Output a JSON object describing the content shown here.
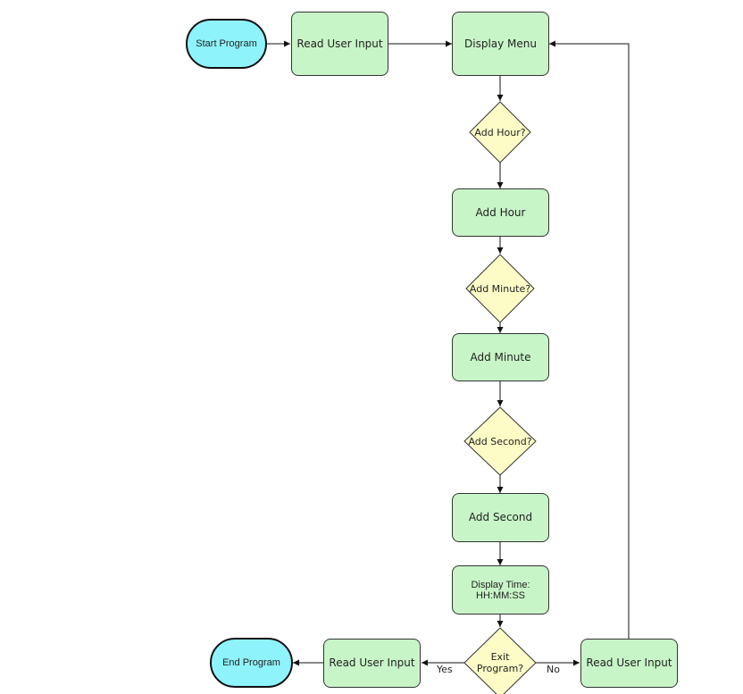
{
  "nodes": {
    "start": "Start Program",
    "read_input_top": "Read User Input",
    "display_menu": "Display Menu",
    "add_hour_q": "Add Hour?",
    "add_hour": "Add Hour",
    "add_minute_q": "Add Minute?",
    "add_minute": "Add Minute",
    "add_second_q": "Add Second?",
    "add_second": "Add Second",
    "display_time": "Display Time:\nHH:MM:SS",
    "exit_q": "Exit\nProgram?",
    "read_input_left": "Read User Input",
    "read_input_right": "Read User Input",
    "end": "End Program"
  },
  "edge_labels": {
    "yes": "Yes",
    "no": "No"
  },
  "colors": {
    "process_fill": "#c8f5c8",
    "decision_fill": "#fdfcc6",
    "terminal_fill": "#8ef3fb",
    "line": "#111111"
  }
}
